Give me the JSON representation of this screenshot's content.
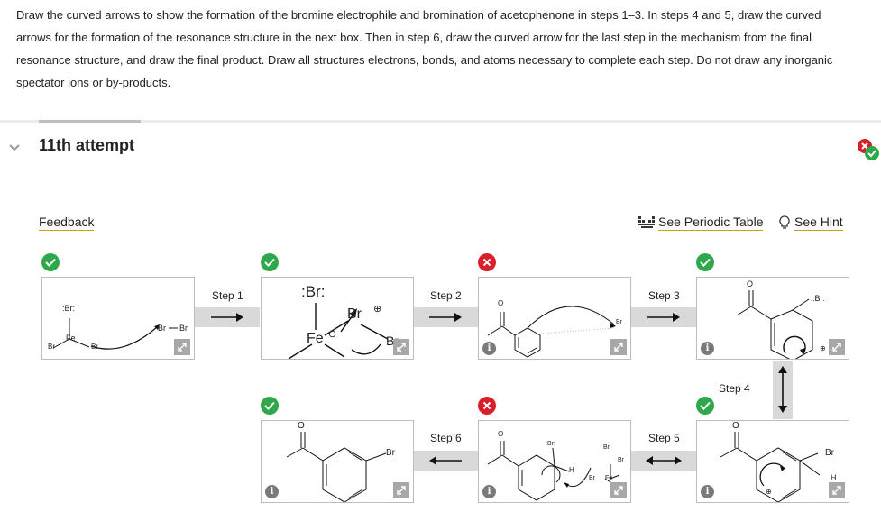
{
  "question": {
    "text": "Draw the curved arrows to show the formation of the bromine electrophile and bromination of acetophenone in steps 1–3. In steps 4 and 5, draw the curved arrows for the formation of the resonance structure in the next box. Then in step 6, draw the curved arrow for the last step in the mechanism from the final resonance structure, and draw the final product. Draw all structures electrons, bonds, and atoms necessary to complete each step. Do not draw any inorganic spectator ions or by-products."
  },
  "attempt": {
    "title": "11th attempt"
  },
  "links": {
    "feedback": "Feedback",
    "periodic_table": "See Periodic Table",
    "hint": "See Hint"
  },
  "steps": {
    "step1": "Step 1",
    "step2": "Step 2",
    "step3": "Step 3",
    "step4": "Step 4",
    "step5": "Step 5",
    "step6": "Step 6"
  },
  "atoms": {
    "br": "Br",
    "fe": "Fe",
    "o": "O",
    "h": "H",
    "br_lone": ":Br:",
    "minus": "⊖",
    "plus": "⊕"
  },
  "icons": {
    "info": "i",
    "correct": "check-icon",
    "incorrect": "x-icon",
    "expand": "expand-icon",
    "periodic": "periodic-table-icon",
    "hint": "lightbulb-icon"
  },
  "status": [
    {
      "box": 1,
      "result": "correct"
    },
    {
      "box": 2,
      "result": "correct"
    },
    {
      "box": 3,
      "result": "incorrect"
    },
    {
      "box": 4,
      "result": "correct"
    },
    {
      "box": 5,
      "result": "correct"
    },
    {
      "box": 6,
      "result": "incorrect"
    },
    {
      "box": 7,
      "result": "correct"
    }
  ],
  "colors": {
    "correct": "#2ea84a",
    "incorrect": "#d7202a",
    "link_underline": "#c9a400",
    "step_band": "#d9d9d9"
  }
}
